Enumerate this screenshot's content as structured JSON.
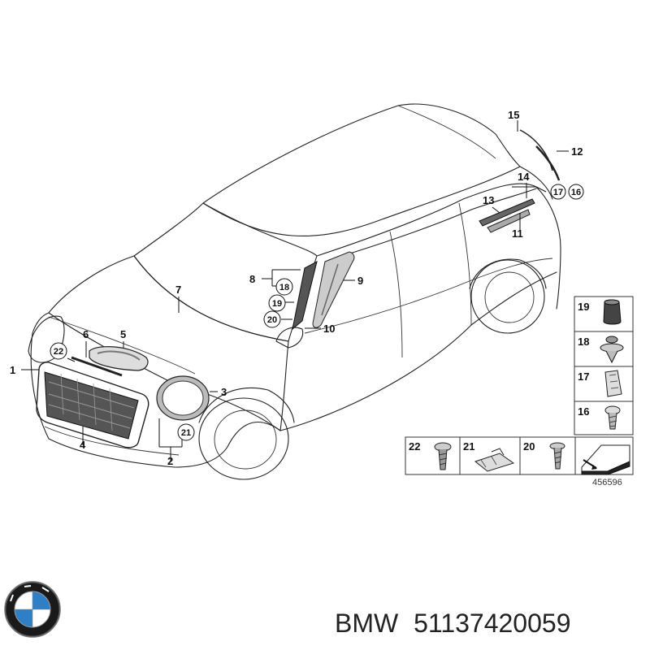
{
  "diagram": {
    "callouts": [
      {
        "id": "c1",
        "label": "1"
      },
      {
        "id": "c2",
        "label": "2"
      },
      {
        "id": "c3",
        "label": "3"
      },
      {
        "id": "c4",
        "label": "4"
      },
      {
        "id": "c5",
        "label": "5"
      },
      {
        "id": "c6",
        "label": "6"
      },
      {
        "id": "c7",
        "label": "7"
      },
      {
        "id": "c8",
        "label": "8"
      },
      {
        "id": "c9",
        "label": "9"
      },
      {
        "id": "c10",
        "label": "10"
      },
      {
        "id": "c11",
        "label": "11"
      },
      {
        "id": "c12",
        "label": "12"
      },
      {
        "id": "c13",
        "label": "13"
      },
      {
        "id": "c14",
        "label": "14"
      },
      {
        "id": "c15",
        "label": "15"
      }
    ],
    "circled_callouts": [
      {
        "id": "cc16",
        "label": "16"
      },
      {
        "id": "cc17",
        "label": "17"
      },
      {
        "id": "cc18",
        "label": "18"
      },
      {
        "id": "cc19",
        "label": "19"
      },
      {
        "id": "cc20",
        "label": "20"
      },
      {
        "id": "cc21",
        "label": "21"
      },
      {
        "id": "cc22",
        "label": "22"
      }
    ],
    "legend_side": [
      "19",
      "18",
      "17",
      "16"
    ],
    "legend_bottom": [
      "22",
      "21",
      "20"
    ],
    "reference_number": "456596"
  },
  "caption": {
    "brand": "BMW",
    "part_number": "51137420059"
  },
  "colors": {
    "line": "#222222",
    "logo_blue": "#2f7fc6",
    "logo_ring": "#1a1a1a"
  },
  "icons": {
    "logo": "bmw-roundel-icon"
  }
}
